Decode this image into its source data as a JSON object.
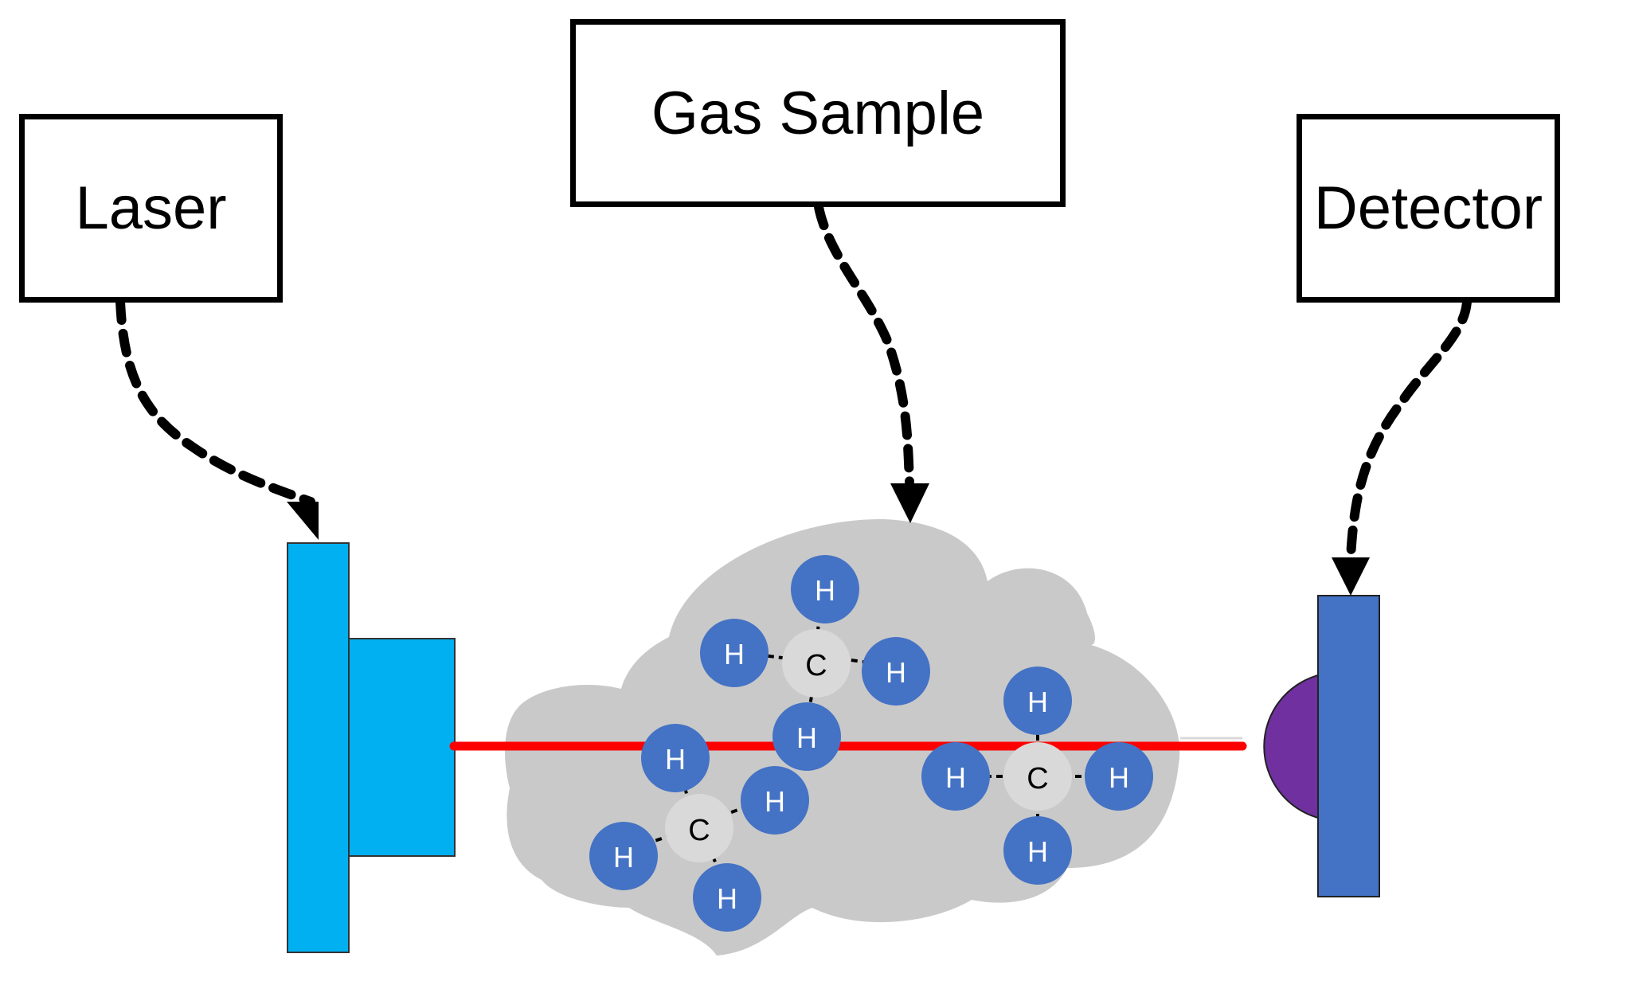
{
  "labels": {
    "laser": "Laser",
    "gas_sample": "Gas Sample",
    "detector": "Detector"
  },
  "atom_labels": {
    "hydrogen": "H",
    "carbon": "C"
  },
  "colors": {
    "laser_body": "#00b0f0",
    "detector_body": "#4472c4",
    "detector_lens": "#7030a0",
    "beam": "#ff0000",
    "cloud": "#c9c9c9",
    "hydrogen": "#4472c4",
    "carbon": "#d9d9d9",
    "outline": "#000000"
  }
}
